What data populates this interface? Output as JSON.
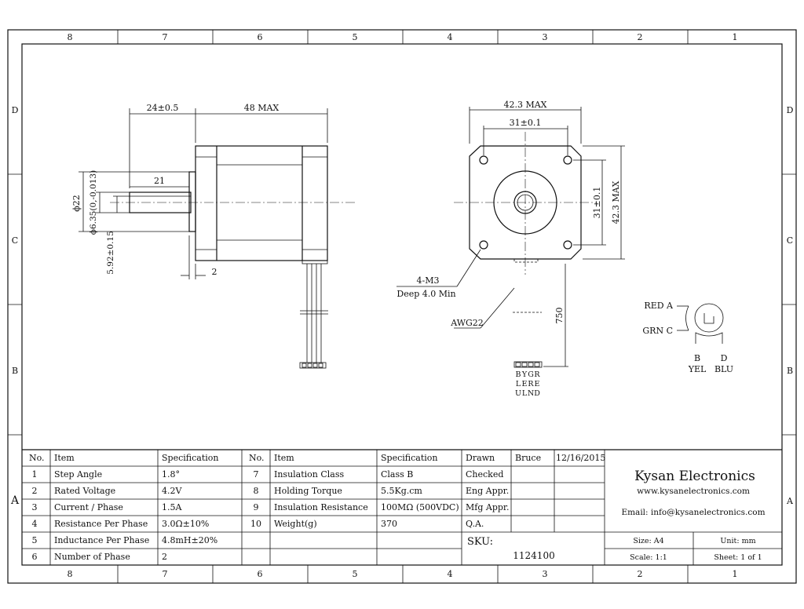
{
  "border": {
    "cols": [
      "8",
      "7",
      "6",
      "5",
      "4",
      "3",
      "2",
      "1"
    ],
    "rows": [
      "D",
      "C",
      "B",
      "A"
    ]
  },
  "side_view": {
    "dim_24": "24±0.5",
    "dim_48": "48 MAX",
    "dim_21": "21",
    "dim_22": "ϕ22",
    "dim_635": "ϕ6.35(0,-0.013)",
    "dim_592": "5.92±0.15",
    "dim_2": "2"
  },
  "front_view": {
    "dim_423_top": "42.3 MAX",
    "dim_31_top": "31±0.1",
    "dim_31_side": "31±0.1",
    "dim_423_side": "42.3 MAX",
    "holes_label": "4-M3",
    "holes_depth": "Deep 4.0 Min",
    "wire_label": "AWG22",
    "lead_length": "750",
    "connector_cols": [
      "BLU",
      "YEL",
      "GRN",
      "RED"
    ]
  },
  "schematic": {
    "red": "RED A",
    "grn": "GRN C",
    "b": "B",
    "d": "D",
    "yel": "YEL",
    "blu": "BLU"
  },
  "spec_table": {
    "headers": [
      "No.",
      "Item",
      "Specification",
      "No.",
      "Item",
      "Specification"
    ],
    "rows": [
      {
        "no1": "1",
        "item1": "Step Angle",
        "spec1": "1.8°",
        "no2": "7",
        "item2": "Insulation Class",
        "spec2": "Class B"
      },
      {
        "no1": "2",
        "item1": "Rated Voltage",
        "spec1": "4.2V",
        "no2": "8",
        "item2": "Holding Torque",
        "spec2": "5.5Kg.cm"
      },
      {
        "no1": "3",
        "item1": "Current / Phase",
        "spec1": "1.5A",
        "no2": "9",
        "item2": "Insulation Resistance",
        "spec2": "100MΩ (500VDC)"
      },
      {
        "no1": "4",
        "item1": "Resistance Per Phase",
        "spec1": "3.0Ω±10%",
        "no2": "10",
        "item2": "Weight(g)",
        "spec2": "370"
      },
      {
        "no1": "5",
        "item1": "Inductance Per Phase",
        "spec1": "4.8mH±20%",
        "no2": "",
        "item2": "",
        "spec2": ""
      },
      {
        "no1": "6",
        "item1": "Number of Phase",
        "spec1": "2",
        "no2": "",
        "item2": "",
        "spec2": ""
      }
    ]
  },
  "approval": {
    "drawn": "Drawn",
    "drawn_by": "Bruce",
    "date": "12/16/2015",
    "checked": "Checked",
    "eng": "Eng Appr.",
    "mfg": "Mfg Appr.",
    "qa": "Q.A.",
    "sku_label": "SKU:",
    "sku": "1124100"
  },
  "title_block": {
    "company": "Kysan Electronics",
    "website": "www.kysanelectronics.com",
    "email": "Email: info@kysanelectronics.com",
    "size": "Size: A4",
    "unit": "Unit: mm",
    "scale": "Scale: 1:1",
    "sheet": "Sheet: 1 of 1"
  }
}
